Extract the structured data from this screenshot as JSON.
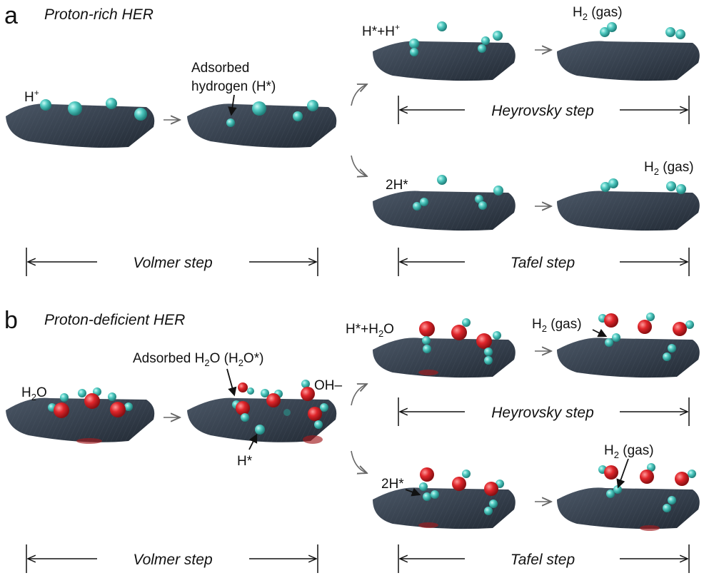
{
  "panel_a": {
    "letter": "a",
    "title": "Proton-rich HER",
    "labels": {
      "h_plus": "H",
      "h_plus_sup": "+",
      "adsorbed_line1": "Adsorbed",
      "adsorbed_line2": "hydrogen (H*)",
      "heyrovsky_reactants": "H*+H",
      "heyrovsky_reactants_sup": "+",
      "h2_gas_top_H": "H",
      "h2_gas_top_sub": "2",
      "h2_gas_top_rest": " (gas)",
      "two_h_star": "2H*",
      "h2_gas_bottom_H": "H",
      "h2_gas_bottom_sub": "2",
      "h2_gas_bottom_rest": " (gas)"
    },
    "steps": {
      "volmer": "Volmer step",
      "heyrovsky": "Heyrovsky step",
      "tafel": "Tafel step"
    }
  },
  "panel_b": {
    "letter": "b",
    "title": "Proton-deficient HER",
    "labels": {
      "h2o_H": "H",
      "h2o_sub": "2",
      "h2o_O": "O",
      "adsorbed_h2o_pre": "Adsorbed H",
      "adsorbed_h2o_sub1": "2",
      "adsorbed_h2o_mid": "O (H",
      "adsorbed_h2o_sub2": "2",
      "adsorbed_h2o_post": "O*)",
      "oh_minus": "OH–",
      "h_star": "H*",
      "heyrovsky_reactants": "H*+H",
      "heyrovsky_reactants_sub": "2",
      "heyrovsky_reactants_O": "O",
      "h2_gas_top_H": "H",
      "h2_gas_top_sub": "2",
      "h2_gas_top_rest": " (gas)",
      "two_h_star": "2H*",
      "h2_gas_bottom_H": "H",
      "h2_gas_bottom_sub": "2",
      "h2_gas_bottom_rest": " (gas)"
    },
    "steps": {
      "volmer": "Volmer step",
      "heyrovsky": "Heyrovsky step",
      "tafel": "Tafel step"
    }
  },
  "colors": {
    "hydrogen_atom": "#4fc9c0",
    "oxygen_atom": "#e0262b",
    "surface": "#3b4654",
    "surface_shadow": "#1c242e",
    "arrow_gray": "#666666"
  }
}
